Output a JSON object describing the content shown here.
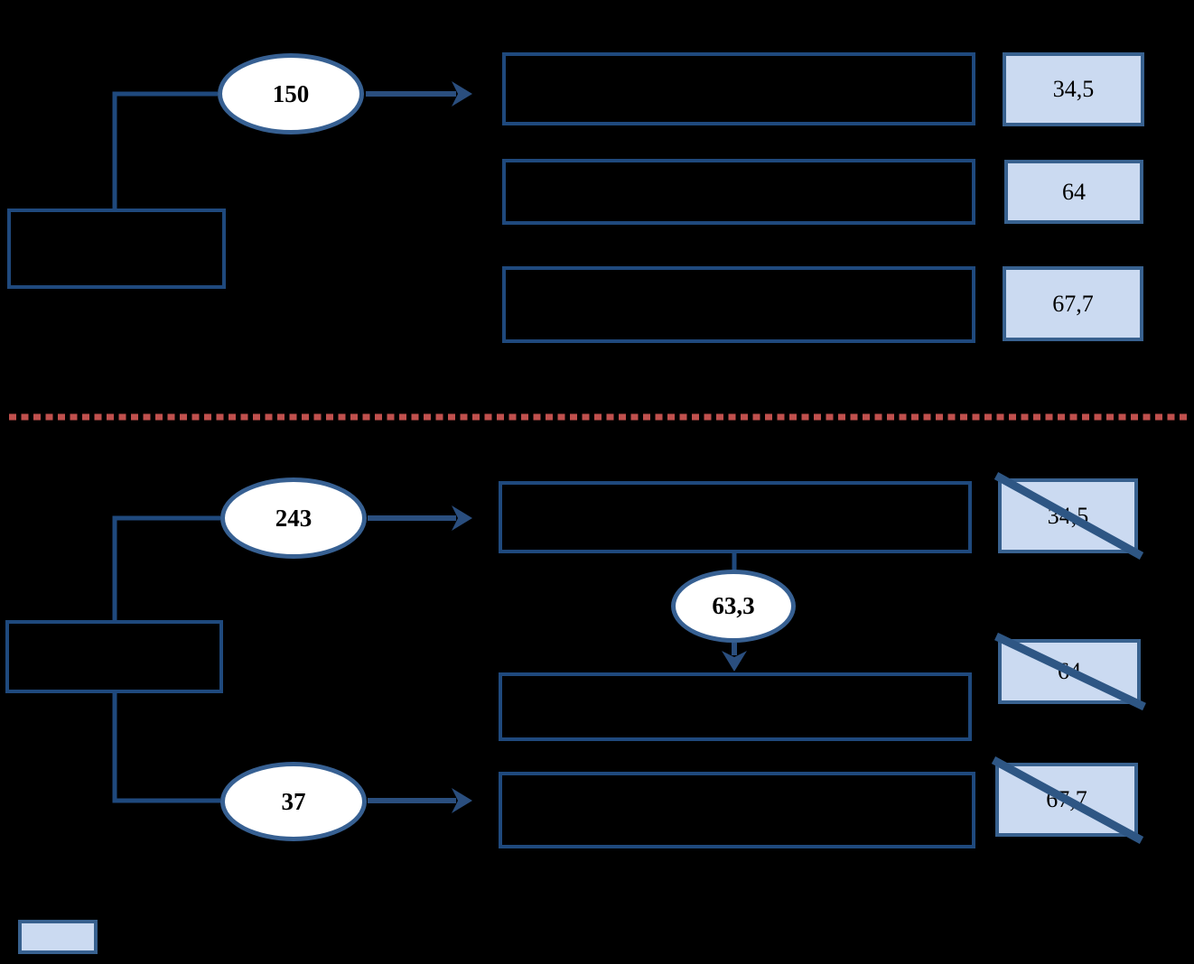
{
  "diagram": {
    "top": {
      "count": "150",
      "values": [
        "34,5",
        "64",
        "67,7"
      ]
    },
    "bottom": {
      "count_main": "243",
      "count_mid": "63,3",
      "count_low": "37",
      "values": [
        "34,5",
        "64",
        "67,7"
      ],
      "values_struck": true
    }
  },
  "colors": {
    "background": "#000000",
    "box_border": "#1f497d",
    "connector": "#1f497d",
    "ellipse_border": "#376092",
    "ellipse_fill": "#ffffff",
    "arrow": "#2a4e7e",
    "value_box_fill": "#cbdaf1",
    "value_box_border": "#38618f",
    "strike": "#2e5684",
    "divider": "#c0504d",
    "number_text": "#000000"
  }
}
